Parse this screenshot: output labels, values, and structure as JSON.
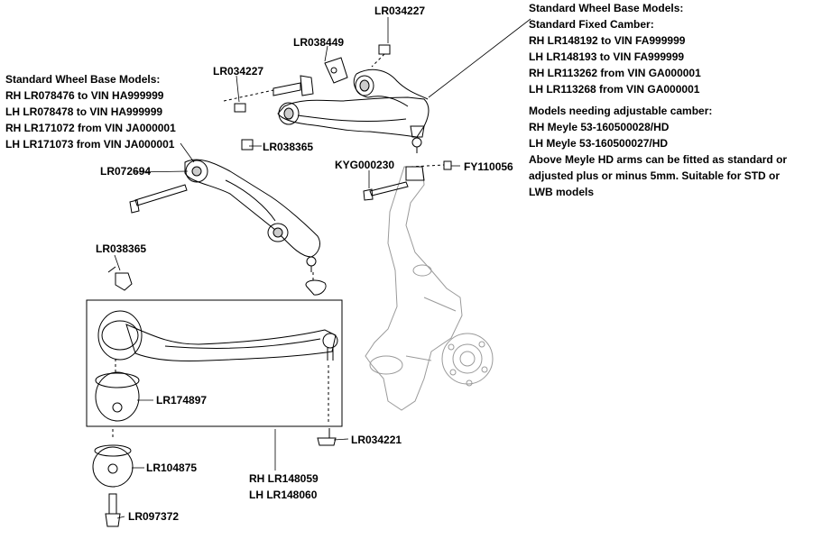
{
  "callouts": {
    "lr034227_top": "LR034227",
    "lr038449": "LR038449",
    "lr034227_left": "LR034227",
    "lr038365_upper": "LR038365",
    "lr072694": "LR072694",
    "kyg000230": "KYG000230",
    "fy110056": "FY110056",
    "lr038365_lower": "LR038365",
    "lr174897": "LR174897",
    "lr034221": "LR034221",
    "lr104875": "LR104875",
    "lr097372": "LR097372",
    "lr148059": "RH LR148059",
    "lr148060": "LH LR148060"
  },
  "left_note": {
    "lines": [
      "Standard Wheel Base Models:",
      "RH LR078476 to VIN HA999999",
      "LH LR078478 to VIN HA999999",
      "RH LR171072 from VIN JA000001",
      "LH LR171073 from VIN JA000001"
    ]
  },
  "right_note": {
    "lines": [
      "Standard Wheel Base Models:",
      "Standard Fixed Camber:",
      "RH LR148192 to VIN FA999999",
      "LH LR148193 to VIN FA999999",
      "RH LR113262 from VIN GA000001",
      "LH LR113268 from VIN GA000001",
      "Models needing adjustable camber:",
      "RH Meyle 53-160500028/HD",
      "LH Meyle 53-160500027/HD"
    ],
    "paragraph": "Above Meyle HD arms can be fitted as standard or adjusted plus or minus 5mm. Suitable for STD or LWB models"
  },
  "colors": {
    "line": "#000000",
    "knuckle": "#9a9a9a",
    "fill": "#ffffff"
  }
}
